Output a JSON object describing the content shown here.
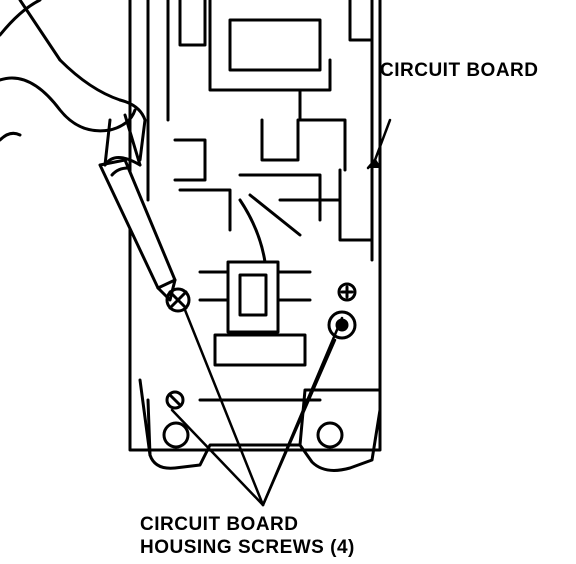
{
  "labels": {
    "circuit_board": "CIRCUIT BOARD",
    "housing_screws_line1": "CIRCUIT BOARD",
    "housing_screws_line2": "HOUSING SCREWS (4)"
  },
  "colors": {
    "ink": "#000000",
    "paper": "#ffffff"
  }
}
